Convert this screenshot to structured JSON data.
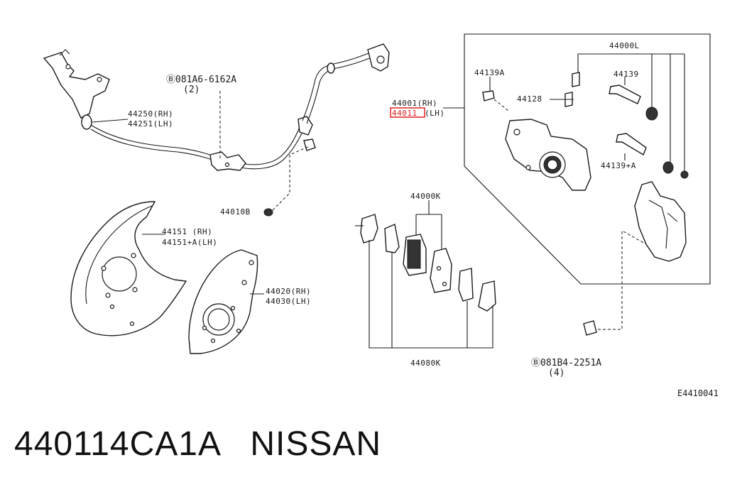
{
  "labels": {
    "hose_rh": "44250(RH)",
    "hose_lh": "44251(LH)",
    "bolt_ref_a": "Ⓑ081A6-6162A",
    "bolt_ref_a_qty": "(2)",
    "nut": "44010B",
    "plate_rh": "44151  (RH)",
    "plate_lh": "44151+A(LH)",
    "backing_rh": "44020(RH)",
    "backing_lh": "44030(LH)",
    "caliper_rh": "44001(RH)",
    "caliper_lh_prefix": "44011",
    "caliper_lh_suffix": "(LH)",
    "kit": "44000L",
    "pin_bolt": "44139A",
    "bleeder": "44128",
    "pin": "44139",
    "pin_b": "44139+A",
    "pad_kit": "44000K",
    "shim_kit": "44080K",
    "bolt_ref_b": "Ⓑ081B4-2251A",
    "bolt_ref_b_qty": "(4)",
    "figure_code": "E4410041"
  },
  "highlight": {
    "label": "caliper_lh_prefix",
    "color": "#e02020"
  },
  "caption": {
    "part_number": "440114CA1A",
    "brand": "NISSAN"
  }
}
